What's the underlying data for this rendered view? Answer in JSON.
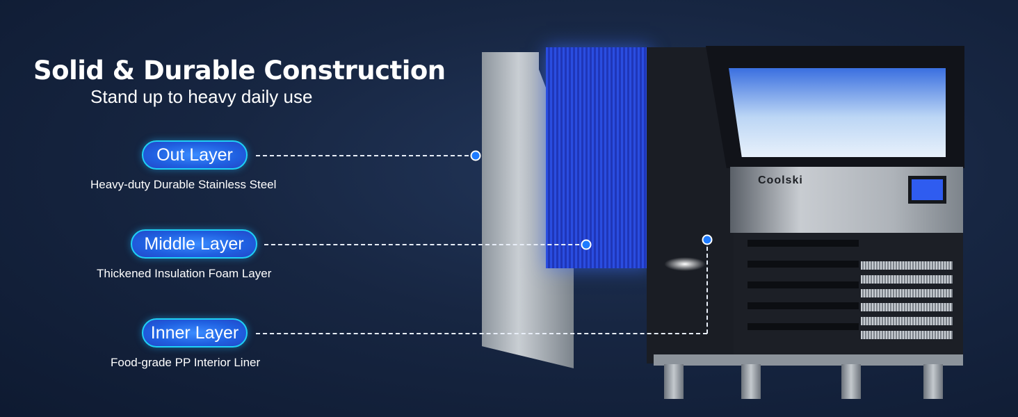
{
  "heading": {
    "title": "Solid & Durable Construction",
    "subtitle": "Stand up to heavy daily use"
  },
  "layers": [
    {
      "label": "Out Layer",
      "description": "Heavy-duty Durable Stainless Steel"
    },
    {
      "label": "Middle Layer",
      "description": "Thickened Insulation Foam Layer"
    },
    {
      "label": "Inner Layer",
      "description": "Food-grade PP Interior Liner"
    }
  ],
  "product": {
    "brand": "Coolski"
  },
  "colors": {
    "accent": "#1f5fe0",
    "pill_border": "#1fd0f5",
    "background": "#172642"
  }
}
